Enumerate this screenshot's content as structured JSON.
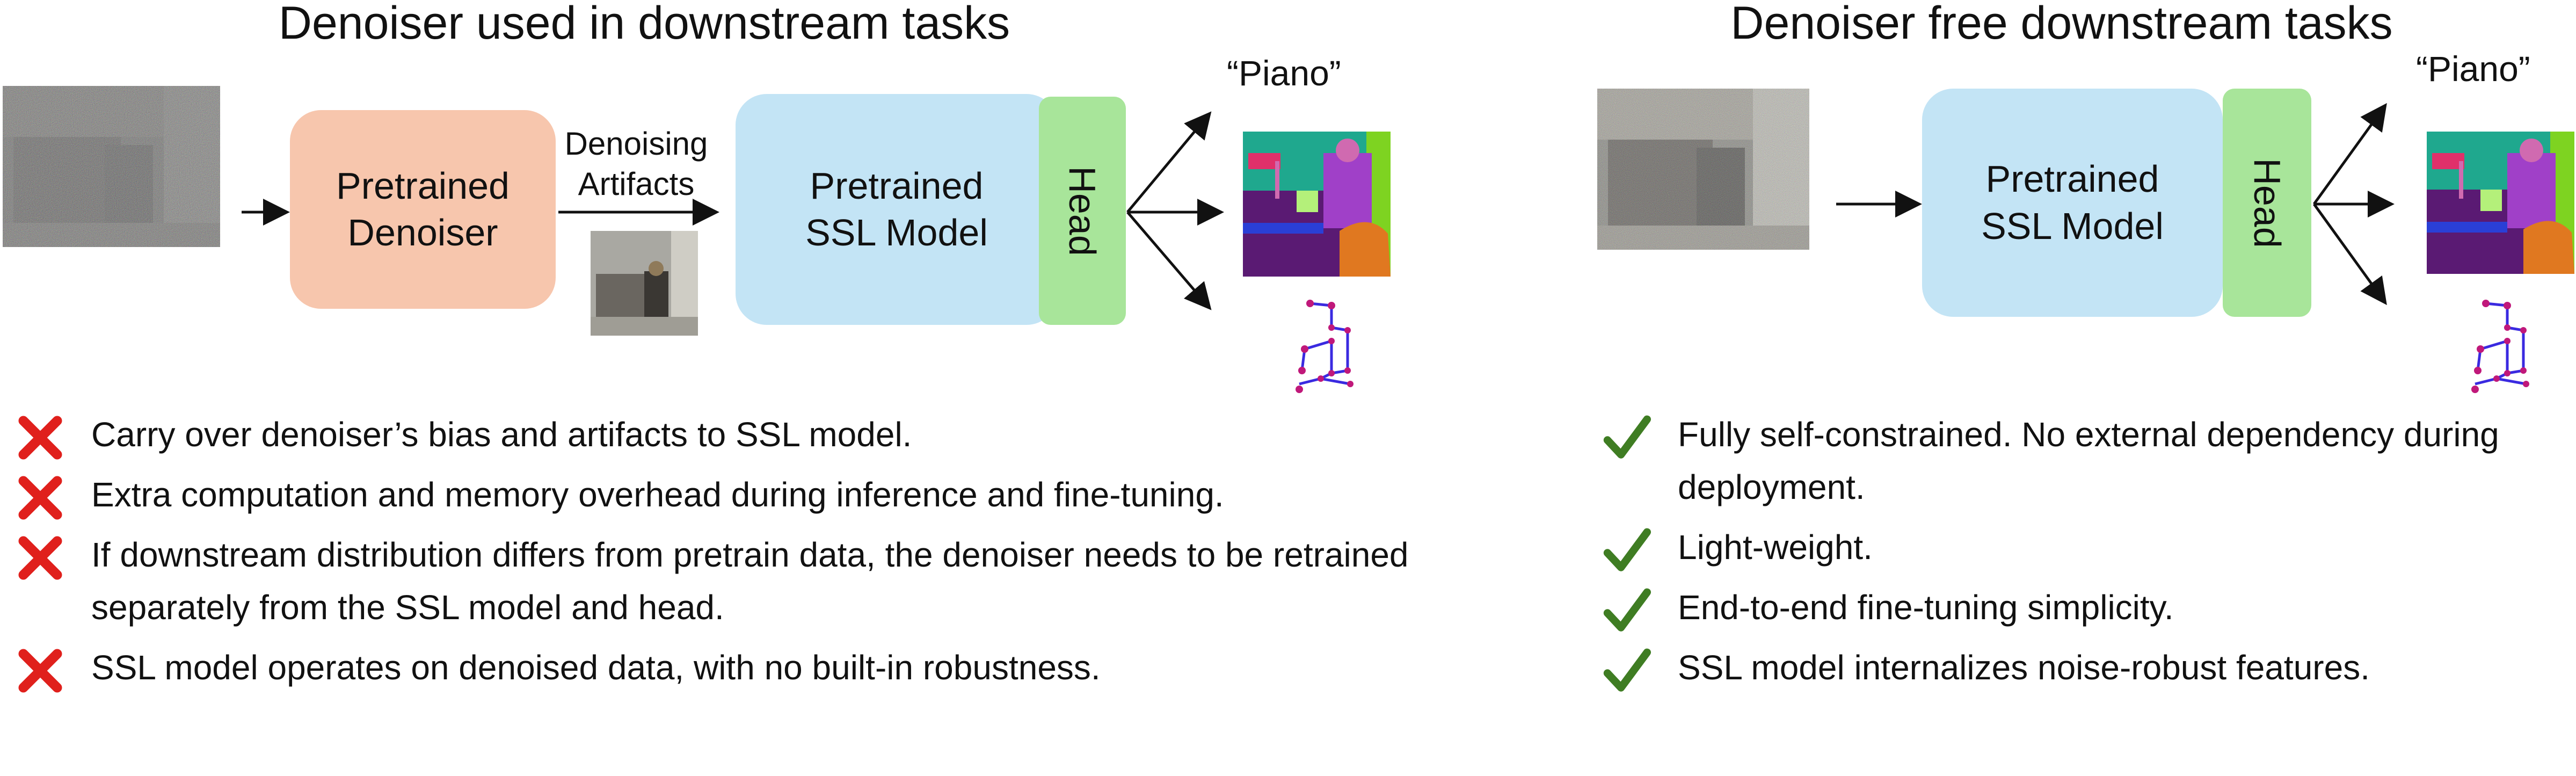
{
  "left_panel": {
    "title": "Denoiser used in downstream tasks",
    "denoiser_label": "Pretrained\nDenoiser",
    "artifacts_label": "Denoising\nArtifacts",
    "ssl_label": "Pretrained\nSSL Model",
    "head_label": "Head",
    "output_class_label": "“Piano”",
    "bullets": [
      "Carry over denoiser’s bias and artifacts to SSL model.",
      "Extra computation and memory overhead during inference and fine-tuning.",
      "If downstream distribution differs from pretrain data, the denoiser needs to be retrained separately from the SSL model and head.",
      "SSL model operates on denoised data, with no built-in robustness."
    ]
  },
  "right_panel": {
    "title": "Denoiser free downstream tasks",
    "ssl_label": "Pretrained\nSSL Model",
    "head_label": "Head",
    "output_class_label": "“Piano”",
    "bullets": [
      "Fully self-constrained. No external dependency during deployment.",
      "Light-weight.",
      "End-to-end fine-tuning simplicity.",
      "SSL model internalizes noise-robust features."
    ]
  },
  "colors": {
    "denoiser_box": "#f7c6ad",
    "ssl_box": "#c3e4f5",
    "head_box": "#a8e59a",
    "cross_mark": "#e0201c",
    "check_mark": "#3f7d23",
    "segmentation_bg": "#5a1a73",
    "pose_lines": "#3a2ae0",
    "pose_joints": "#c0187a"
  },
  "icons": {
    "cross": "cross-mark-icon",
    "check": "check-mark-icon"
  }
}
